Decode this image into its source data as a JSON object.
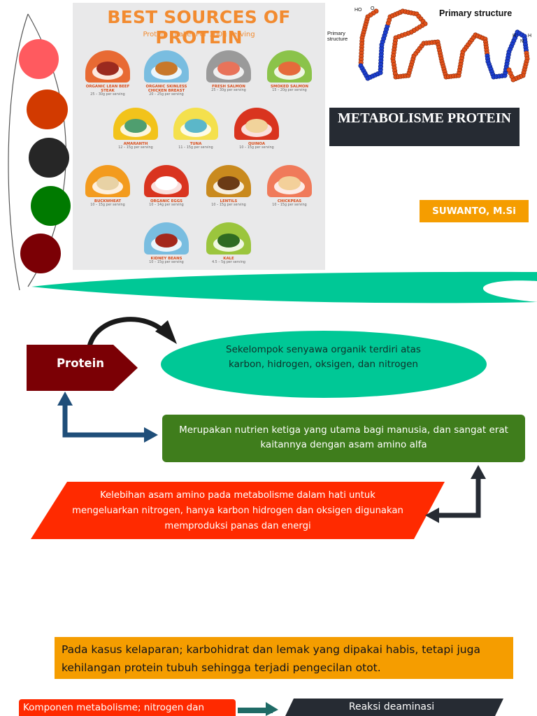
{
  "slide1": {
    "poster": {
      "title": "BEST SOURCES OF PROTEIN",
      "subtitle": "Protein intake: Per 100g serving",
      "foods": [
        {
          "name": "ORGANIC LEAN BEEF STEAK",
          "amount": "25 – 30g per serving",
          "bg": "#e86a33",
          "item": "#9b2a1f"
        },
        {
          "name": "ORGANIC SKINLESS CHICKEN BREAST",
          "amount": "20 – 25g per serving",
          "bg": "#79bde0",
          "item": "#c8782a"
        },
        {
          "name": "FRESH SALMON",
          "amount": "25 – 30g per serving",
          "bg": "#9a9a9a",
          "item": "#e8735a"
        },
        {
          "name": "SMOKED SALMON",
          "amount": "15 – 20g per serving",
          "bg": "#8bc34a",
          "item": "#e56b3b"
        },
        {
          "name": "AMARANTH",
          "amount": "12 – 15g per serving",
          "bg": "#f2c31b",
          "item": "#4f9e6f"
        },
        {
          "name": "TUNA",
          "amount": "11 – 15g per serving",
          "bg": "#f4e04d",
          "item": "#5bb7c9"
        },
        {
          "name": "QUINOA",
          "amount": "10 – 15g per serving",
          "bg": "#d9341f",
          "item": "#f1d39b"
        },
        {
          "name": "BUCKWHEAT",
          "amount": "10 – 15g per serving",
          "bg": "#f39b1e",
          "item": "#e8d2a5"
        },
        {
          "name": "ORGANIC EGGS",
          "amount": "10 – 14g per serving",
          "bg": "#d9341f",
          "item": "#ffffff"
        },
        {
          "name": "LENTILS",
          "amount": "10 – 15g per serving",
          "bg": "#c98a1e",
          "item": "#6b3b16"
        },
        {
          "name": "CHICKPEAS",
          "amount": "10 – 15g per serving",
          "bg": "#f07a5a",
          "item": "#f3d09a"
        },
        {
          "name": "KIDNEY BEANS",
          "amount": "10 – 15g per serving",
          "bg": "#79bde0",
          "item": "#a3281d"
        },
        {
          "name": "KALE",
          "amount": "4.5 – 5g per serving",
          "bg": "#9bc53d",
          "item": "#2f6b22"
        }
      ]
    },
    "molecule": {
      "label_top": "Primary structure",
      "label_left": "Primary structure",
      "ho": "HO",
      "o": "O",
      "h": "H",
      "n": "N",
      "h2": "H"
    },
    "title": "METABOLISME PROTEIN",
    "author": "SUWANTO, M.Si",
    "colors": {
      "dark": "#262b33",
      "orange": "#f59d00",
      "teal": "#00c896"
    }
  },
  "slide2": {
    "protein_label": "Protein",
    "definition": "Sekelompok senyawa organik terdiri atas karbon, hidrogen, oksigen, dan nitrogen",
    "nutrient": "Merupakan nutrien ketiga yang utama bagi manusia, dan sangat erat kaitannya dengan asam amino alfa",
    "excess": "Kelebihan asam amino pada metabolisme dalam hati untuk mengeluarkan nitrogen, hanya karbon hidrogen dan oksigen digunakan memproduksi panas dan energi",
    "starvation": "Pada kasus kelaparan; karbohidrat dan lemak yang dipakai habis, tetapi juga kehilangan protein tubuh sehingga terjadi pengecilan otot.",
    "komponen": "Komponen metabolisme; nitrogen dan",
    "deaminasi": "Reaksi deaminasi",
    "colors": {
      "maroon": "#7b0005",
      "teal": "#00c896",
      "green": "#3f7d1c",
      "red": "#ff2a00",
      "navy": "#1f4e79"
    }
  }
}
